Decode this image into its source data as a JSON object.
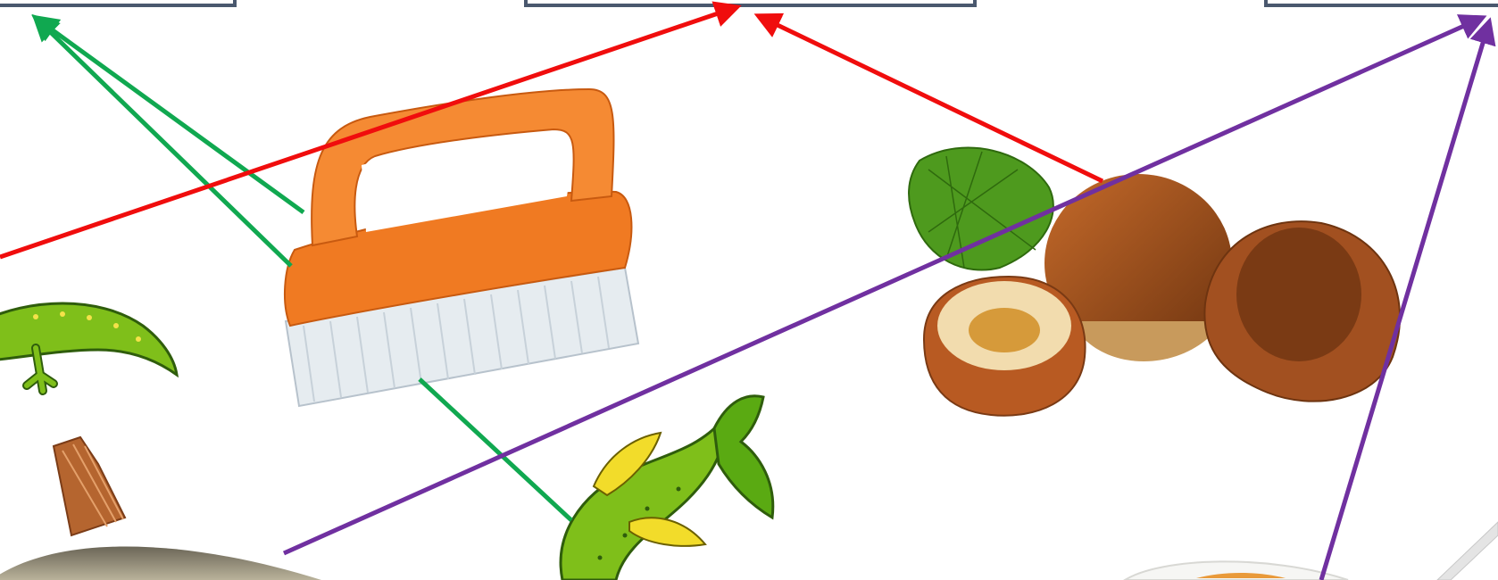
{
  "diagram": {
    "targets": [
      {
        "id": "target-box-left",
        "label": ""
      },
      {
        "id": "target-box-middle",
        "label": ""
      },
      {
        "id": "target-box-right",
        "label": ""
      }
    ],
    "pictures": [
      {
        "id": "lizard",
        "icon": "lizard-icon"
      },
      {
        "id": "scrub-brush",
        "icon": "brush-icon"
      },
      {
        "id": "cartoon-fish",
        "icon": "fish-icon"
      },
      {
        "id": "hazelnuts",
        "icon": "hazelnut-icon"
      },
      {
        "id": "real-fish",
        "icon": "fish-photo-icon"
      },
      {
        "id": "soup-bowl",
        "icon": "bowl-icon"
      }
    ],
    "arrow_colors": {
      "green": "#10a850",
      "red": "#f00d0d",
      "purple": "#7030a0"
    },
    "box_border_color": "#4a586e"
  }
}
